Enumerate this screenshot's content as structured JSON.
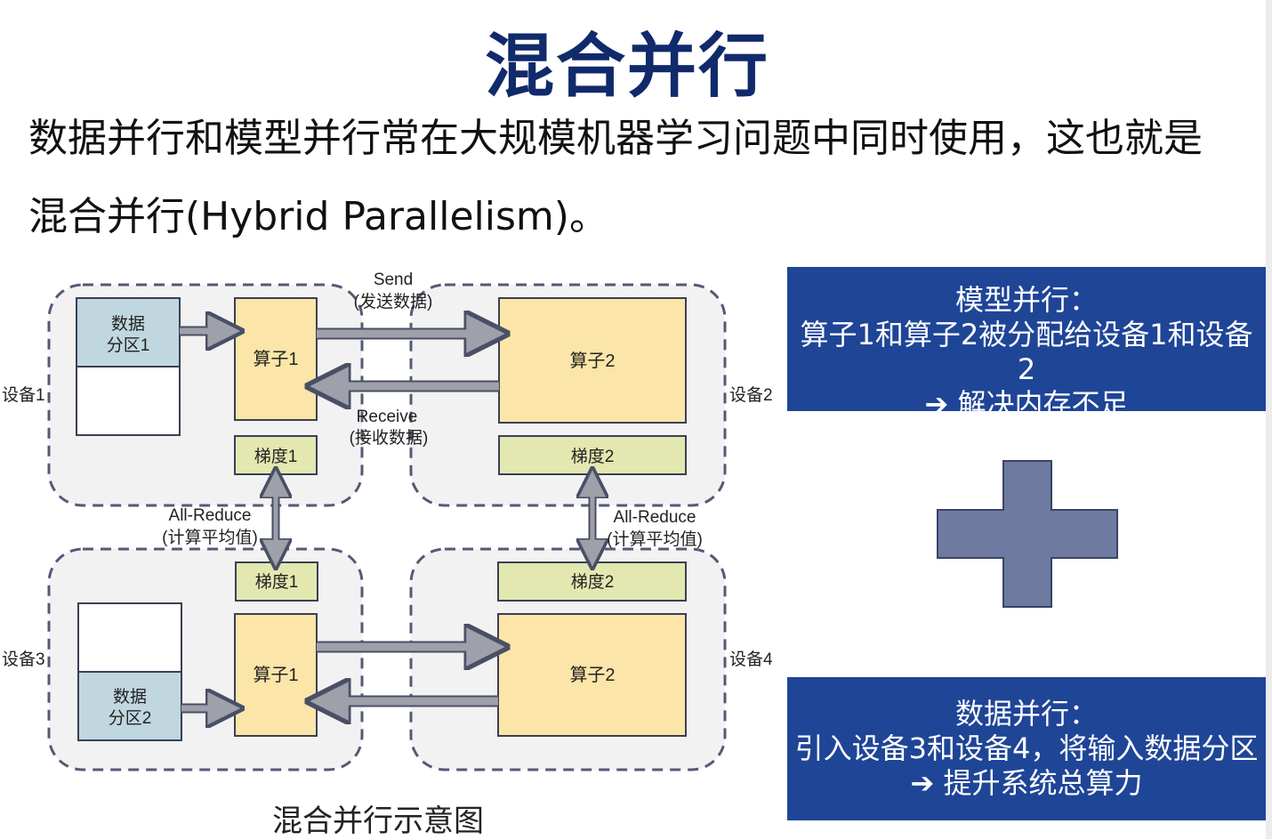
{
  "slide": {
    "title": "混合并行",
    "intro": "数据并行和模型并行常在大规模机器学习问题中同时使用，这也就是混合并行(Hybrid Parallelism)。"
  },
  "diagram": {
    "devices": [
      "设备1",
      "设备2",
      "设备3",
      "设备4"
    ],
    "partitions": [
      [
        "数据",
        "分区1"
      ],
      [
        "数据",
        "分区2"
      ]
    ],
    "ops": [
      "算子1",
      "算子2",
      "算子1",
      "算子2"
    ],
    "grads": [
      "梯度1",
      "梯度2",
      "梯度1",
      "梯度2"
    ],
    "send": [
      "Send",
      "(发送数据)"
    ],
    "receive": [
      "Receive",
      "(接收数据)"
    ],
    "allreduce_left": [
      "All-Reduce",
      "(计算平均值)"
    ],
    "allreduce_right": [
      "All-Reduce",
      "(计算平均值)"
    ],
    "caption": "混合并行示意图"
  },
  "model_parallel": {
    "lines": [
      "模型并行：",
      "算子1和算子2被分配给设备1和设备",
      "2",
      "➔ 解决内存不足"
    ]
  },
  "data_parallel": {
    "lines": [
      "数据并行：",
      "引入设备3和设备4，将输入数据分区",
      "➔ 提升系统总算力"
    ]
  },
  "colors": {
    "title": "#102a6b",
    "info_box": "#1f4597",
    "plus": "#6f7aa0",
    "operator": "#fbe5a8",
    "gradient": "#e2e8b0",
    "partition": "#c0d7df",
    "device_bg": "#f2f2f2",
    "device_border": "#545a75",
    "arrow": "#9ea0aa"
  },
  "icons": [
    "plus-icon"
  ]
}
